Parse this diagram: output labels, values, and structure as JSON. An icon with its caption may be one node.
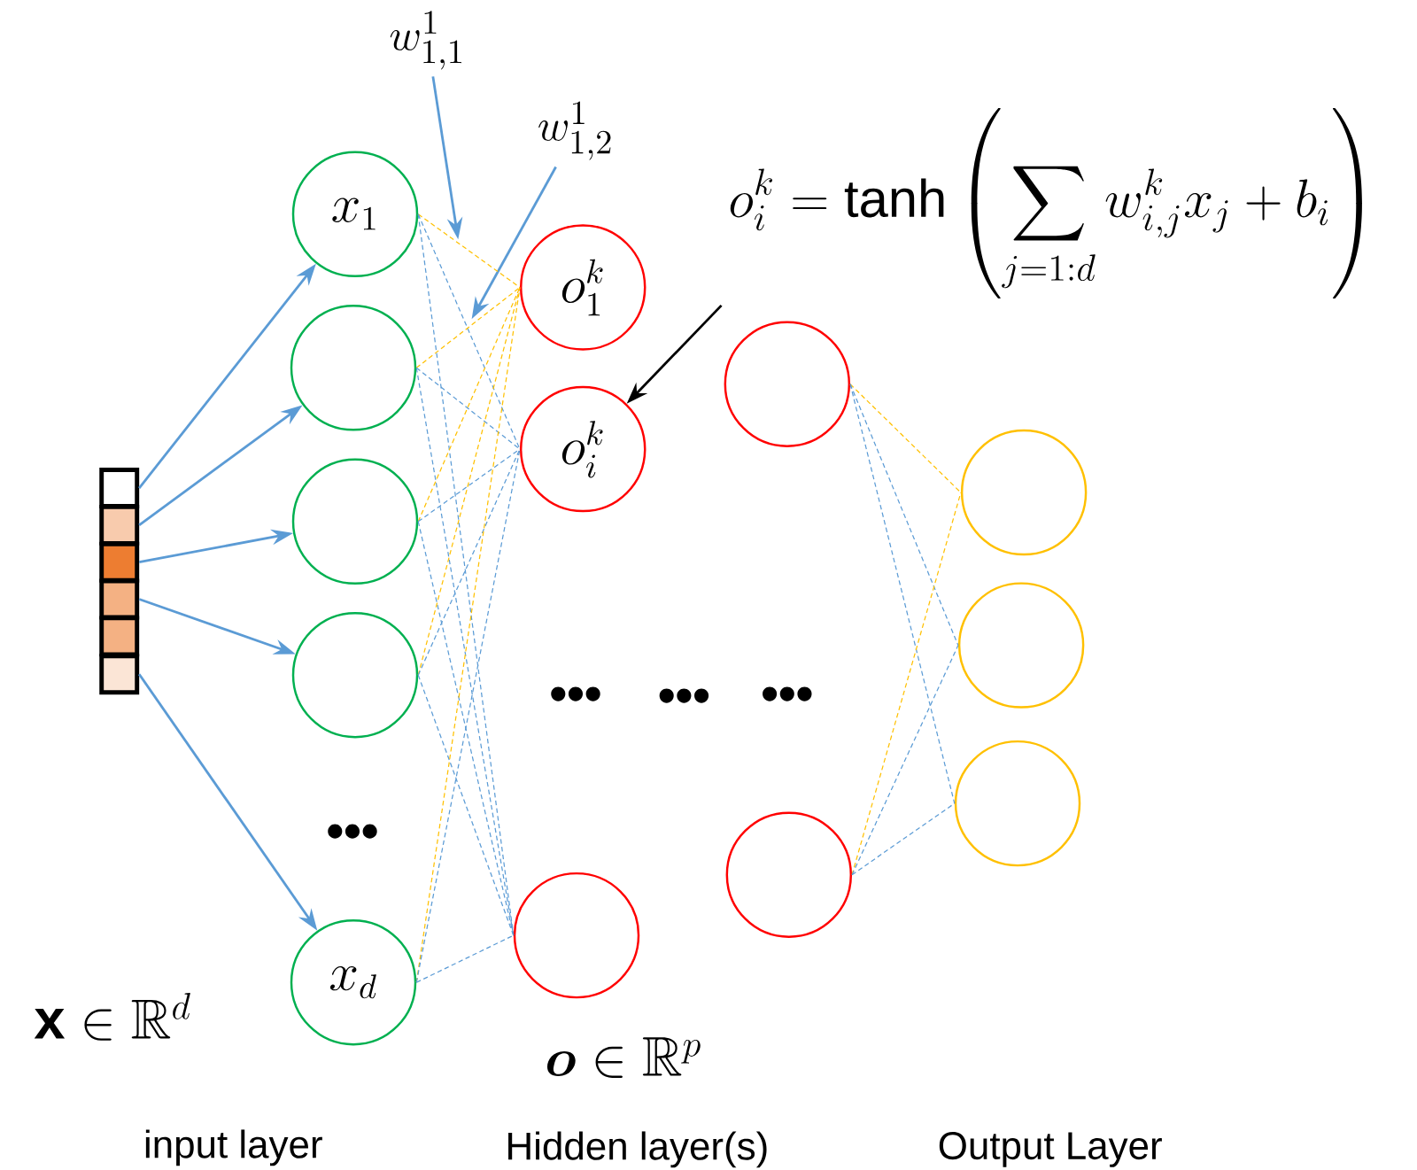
{
  "diagram": {
    "nodes": [
      {
        "text": [
          "w^1_{1,1}"
        ]
      },
      {
        "text": [
          "w^1_{1,2}"
        ]
      },
      {
        "text": [
          "o_i^k = \\tanh\\left(\\sum_{j=1:d} w_{i,j}^k x_j + b_i\\right)"
        ]
      },
      {
        "text": [
          "x_1"
        ]
      },
      {
        "text": [],
        "shape": "circle"
      },
      {
        "text": [],
        "shape": "circle"
      },
      {
        "text": [],
        "shape": "circle"
      },
      {
        "text": [
          "x_d"
        ]
      },
      {
        "text": [],
        "shape": "box"
      },
      {
        "text": [],
        "shape": "box"
      },
      {
        "text": [],
        "shape": "box"
      },
      {
        "text": [],
        "shape": "box"
      },
      {
        "text": [],
        "shape": "box"
      },
      {
        "text": [],
        "shape": "box"
      },
      {
        "text": [
          "o_1^k"
        ]
      },
      {
        "text": [
          "o_i^k"
        ]
      },
      {
        "text": [],
        "shape": "circle"
      },
      {
        "text": [],
        "shape": "circle"
      },
      {
        "text": [],
        "shape": "circle"
      },
      {
        "text": [],
        "shape": "circle"
      },
      {
        "text": [],
        "shape": "circle"
      },
      {
        "text": [],
        "shape": "circle"
      }
    ],
    "edges": [
      {
        "from": 8,
        "to": 3,
        "arrow": "to"
      },
      {
        "from": 9,
        "to": 4,
        "arrow": "to"
      },
      {
        "from": 10,
        "to": 5,
        "arrow": "to"
      },
      {
        "from": 11,
        "to": 6,
        "arrow": "to"
      },
      {
        "from": 13,
        "to": 7,
        "arrow": "to"
      },
      {
        "from": 0,
        "to": null,
        "arrow": "to"
      },
      {
        "from": 1,
        "to": null,
        "arrow": "to"
      },
      {
        "from": 2,
        "to": 15,
        "arrow": "to",
        "color": "#000000"
      },
      {
        "from": 3,
        "to": 14,
        "arrow": "none",
        "style": "dashed",
        "color": "#ffc000"
      },
      {
        "from": 3,
        "to": 15,
        "arrow": "none",
        "style": "dashed"
      },
      {
        "from": 3,
        "to": 16,
        "arrow": "none",
        "style": "dashed"
      },
      {
        "from": 4,
        "to": 14,
        "arrow": "none",
        "style": "dashed",
        "color": "#ffc000"
      },
      {
        "from": 4,
        "to": 15,
        "arrow": "none",
        "style": "dashed"
      },
      {
        "from": 4,
        "to": 16,
        "arrow": "none",
        "style": "dashed"
      },
      {
        "from": 5,
        "to": 14,
        "arrow": "none",
        "style": "dashed",
        "color": "#ffc000"
      },
      {
        "from": 5,
        "to": 15,
        "arrow": "none",
        "style": "dashed"
      },
      {
        "from": 5,
        "to": 16,
        "arrow": "none",
        "style": "dashed"
      },
      {
        "from": 6,
        "to": 14,
        "arrow": "none",
        "style": "dashed",
        "color": "#ffc000"
      },
      {
        "from": 6,
        "to": 15,
        "arrow": "none",
        "style": "dashed"
      },
      {
        "from": 6,
        "to": 16,
        "arrow": "none",
        "style": "dashed"
      },
      {
        "from": 7,
        "to": 14,
        "arrow": "none",
        "style": "dashed",
        "color": "#ffc000"
      },
      {
        "from": 7,
        "to": 15,
        "arrow": "none",
        "style": "dashed"
      },
      {
        "from": 7,
        "to": 16,
        "arrow": "none",
        "style": "dashed"
      },
      {
        "from": 17,
        "to": 19,
        "arrow": "none",
        "style": "dashed",
        "color": "#ffc000"
      },
      {
        "from": 17,
        "to": 20,
        "arrow": "none",
        "style": "dashed"
      },
      {
        "from": 17,
        "to": 21,
        "arrow": "none",
        "style": "dashed"
      },
      {
        "from": 18,
        "to": 19,
        "arrow": "none",
        "style": "dashed",
        "color": "#ffc000"
      },
      {
        "from": 18,
        "to": 20,
        "arrow": "none",
        "style": "dashed"
      },
      {
        "from": 18,
        "to": 21,
        "arrow": "none",
        "style": "dashed"
      }
    ],
    "labels": [
      "•••",
      "•••",
      "•••",
      "•••",
      "\\mathbf{x} \\in \\mathbb{R}^d",
      "\\boldsymbol{o} \\in \\mathbb{R}^p",
      "input layer",
      "Hidden layer(s)",
      "Output Layer"
    ]
  }
}
